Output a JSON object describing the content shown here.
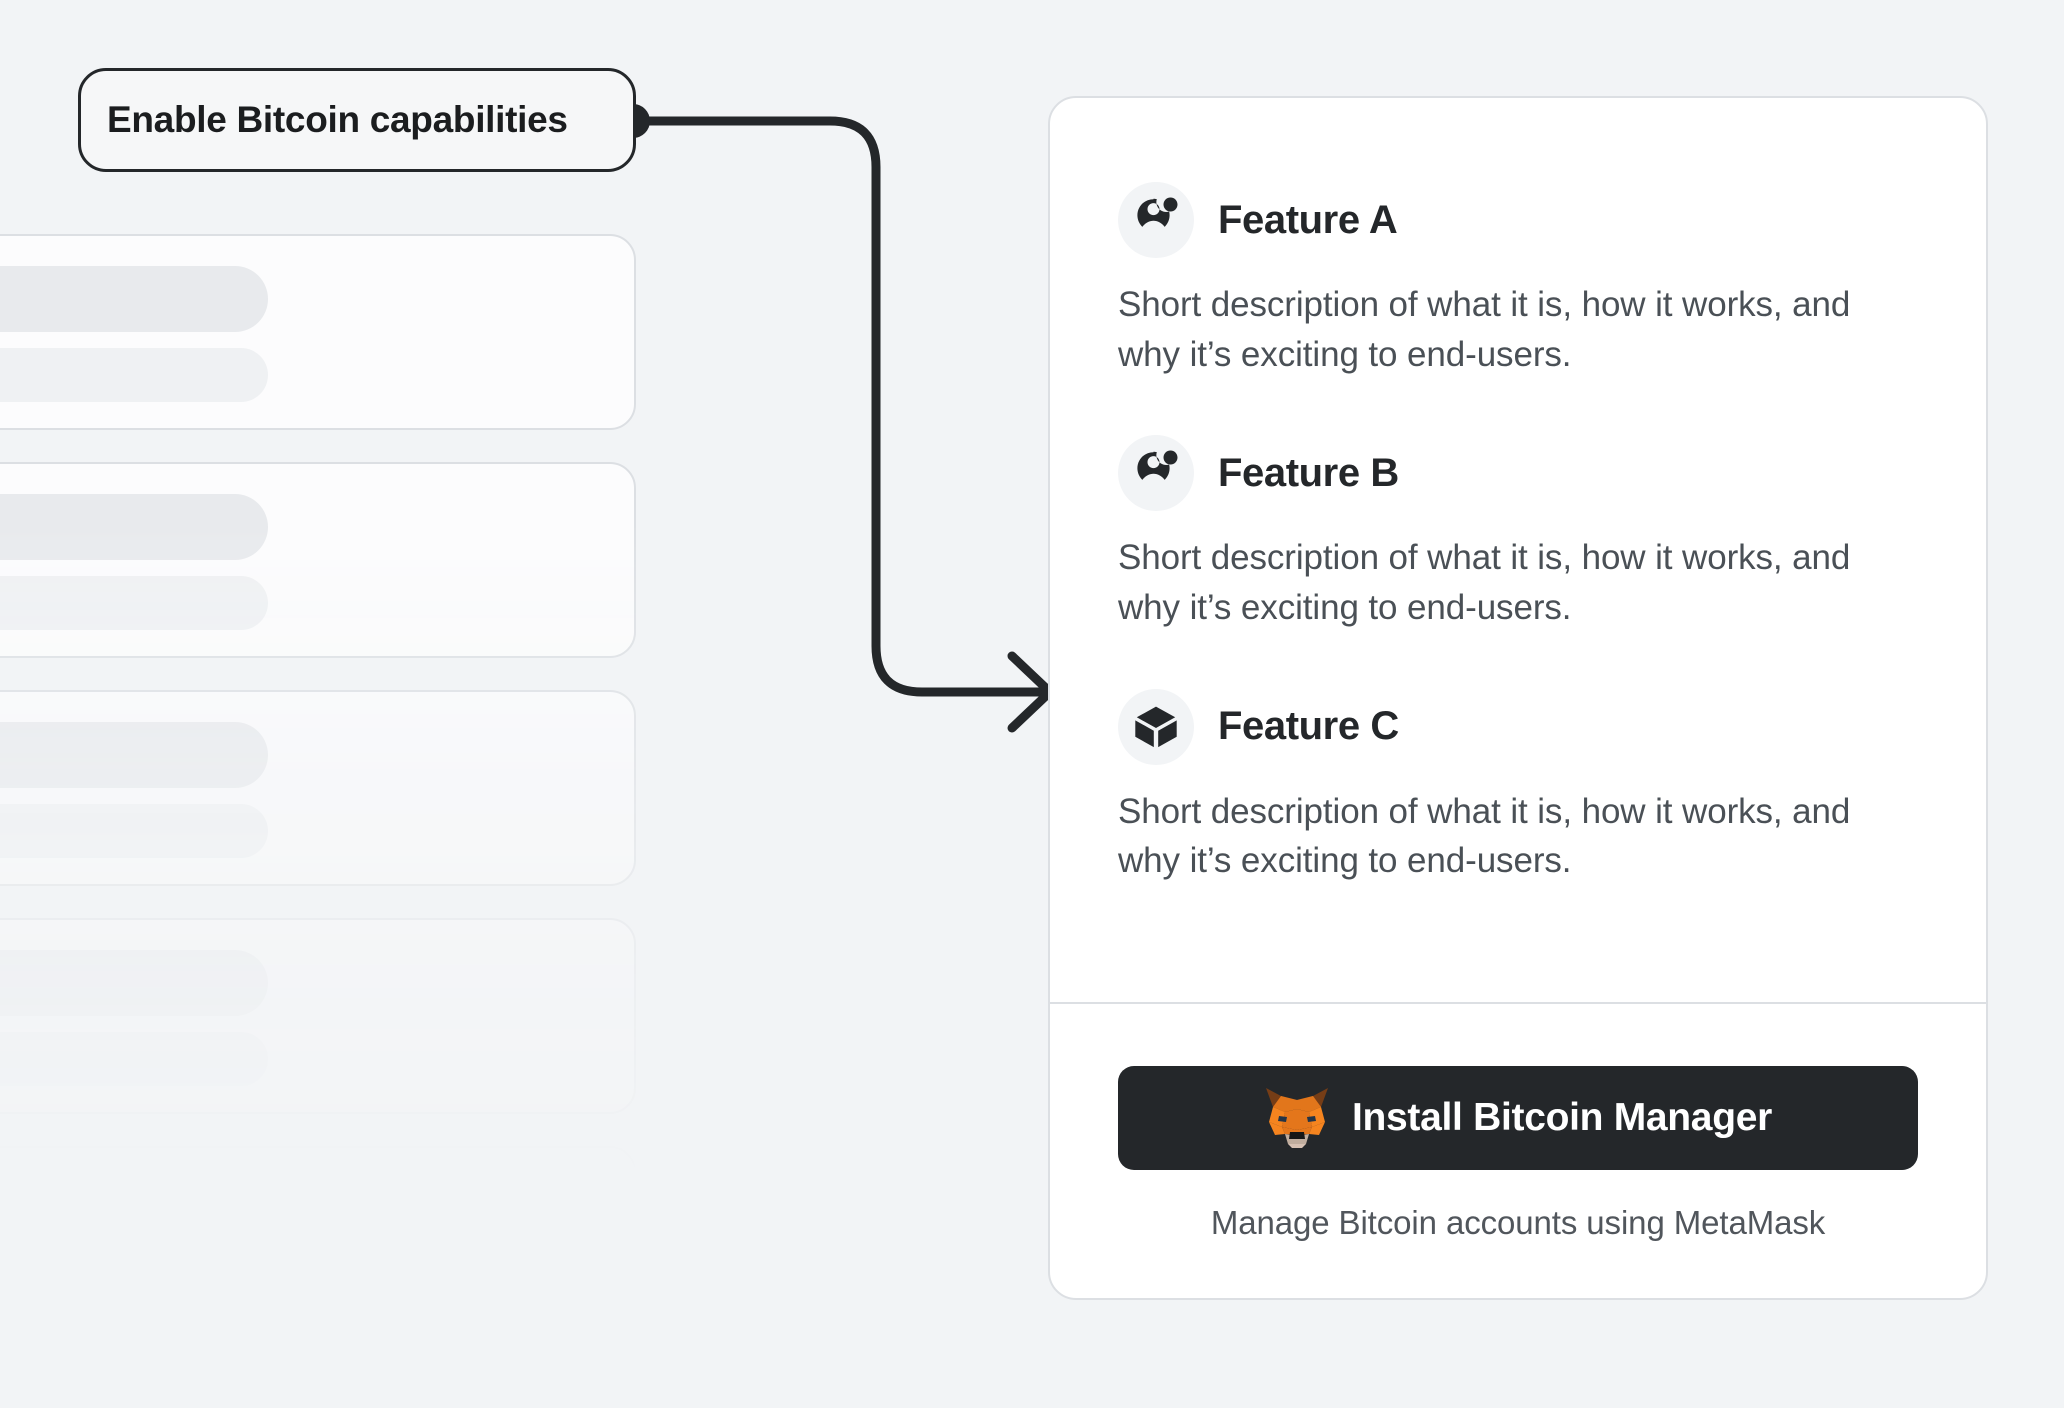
{
  "page": {
    "background_color": "#F2F4F6"
  },
  "callout": {
    "label": "Enable Bitcoin capabilities",
    "border_color": "#24272A",
    "text_color": "#1B1D1F"
  },
  "connector": {
    "stroke_color": "#24272A",
    "dot_name": "connector-start-dot",
    "arrow_name": "connector-arrowhead"
  },
  "skeleton": {
    "cards": [
      {
        "id": 1
      },
      {
        "id": 2
      },
      {
        "id": 3
      },
      {
        "id": 4
      },
      {
        "id": 5
      }
    ],
    "card_color": "#FCFCFD",
    "bar_primary_color": "#E8EAED",
    "bar_secondary_color": "#EFF1F3"
  },
  "panel": {
    "background_color": "#FFFFFF",
    "border_color": "#DCDFE3",
    "features": [
      {
        "icon": "user-add-icon",
        "title": "Feature A",
        "description": "Short description of what it is, how it works, and why it’s exciting to end-users."
      },
      {
        "icon": "user-add-icon",
        "title": "Feature B",
        "description": "Short description of what it is, how it works, and why it’s exciting to end-users."
      },
      {
        "icon": "cube-icon",
        "title": "Feature C",
        "description": "Short description of what it is, how it works, and why it’s exciting to end-users."
      }
    ],
    "footer": {
      "install_button_label": "Install Bitcoin Manager",
      "install_button_icon": "metamask-fox-icon",
      "install_button_color": "#24272A",
      "caption": "Manage Bitcoin accounts using MetaMask"
    }
  }
}
